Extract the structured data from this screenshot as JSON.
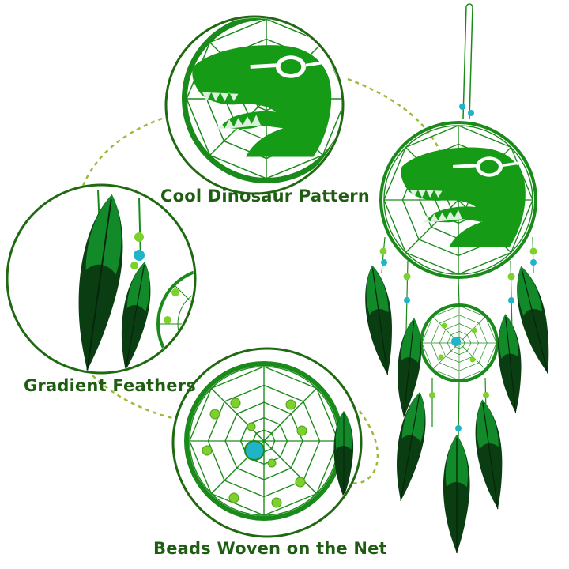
{
  "captions": {
    "pattern": "Cool Dinosaur Pattern",
    "feathers": "Gradient Feathers",
    "beads": "Beads Woven on the Net"
  },
  "colors": {
    "caption_text": "#1f5e12",
    "dashed_arc": "#9bbb3a",
    "thread": "#1a8a1a",
    "felt": "#169b16",
    "feather_dark": "#0a3d12",
    "feather_green": "#128a2a",
    "bead_teal": "#21b3c8",
    "bead_lime": "#7cd12c",
    "lens_border": "#1f6a10"
  },
  "icons": {
    "dinosaur": "t-rex-head-with-sunglasses",
    "net": "dreamcatcher-web",
    "feather": "feather"
  }
}
